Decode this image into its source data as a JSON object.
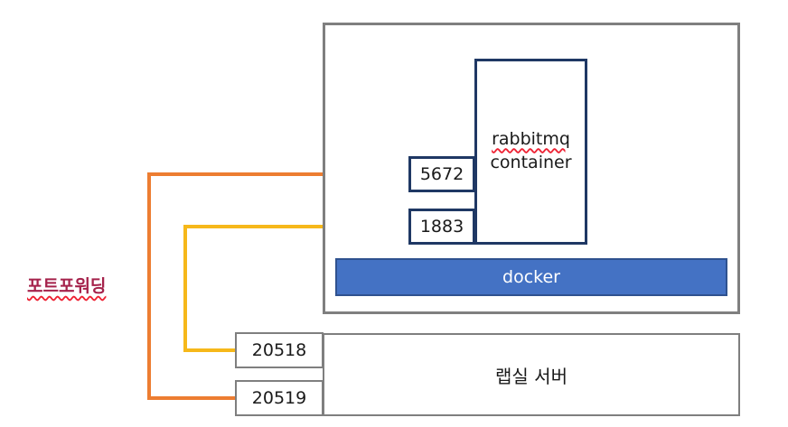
{
  "labels": {
    "port_forwarding": "포트포워딩",
    "rabbitmq_line1": "rabbitmq",
    "rabbitmq_line2": "container",
    "docker": "docker",
    "server": "랩실 서버"
  },
  "container_ports": [
    "5672",
    "1883"
  ],
  "host_ports": [
    "20518",
    "20519"
  ],
  "colors": {
    "orange_line": "#ed7d31",
    "yellow_line": "#f6b81a",
    "docker_fill": "#4472c4",
    "dark_border": "#1f3864",
    "gray_border": "#7f7f7f"
  }
}
